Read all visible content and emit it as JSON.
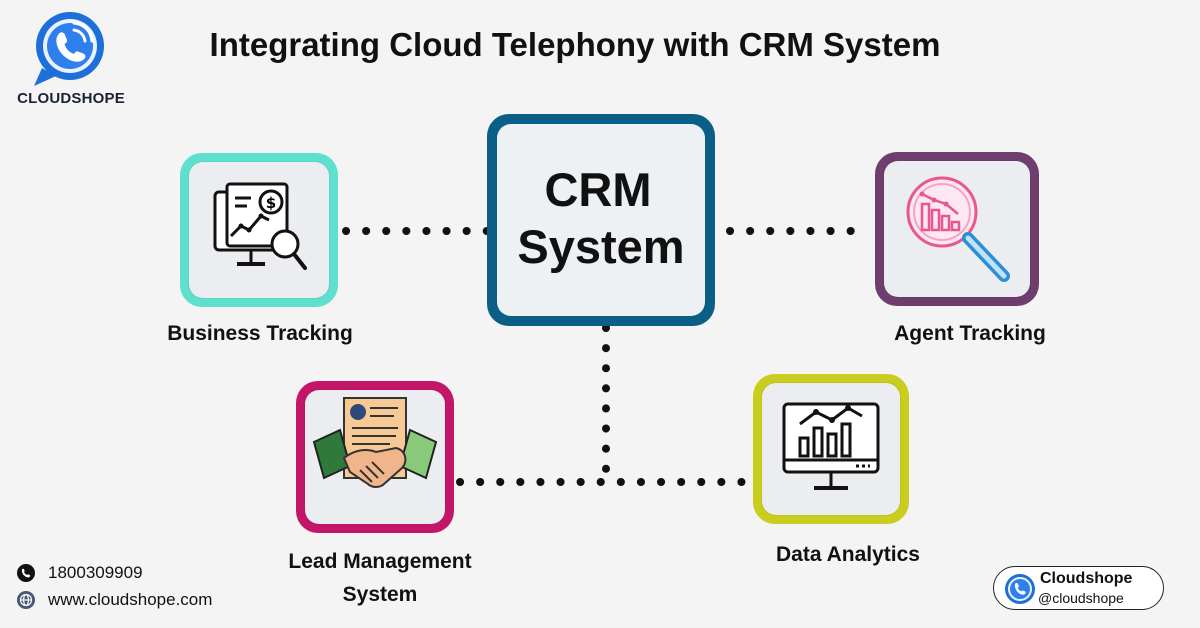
{
  "brand": {
    "name": "CLOUDSHOPE",
    "logo_icon": "phone-chat-bubble-icon",
    "color": "#1e6fd9"
  },
  "title": "Integrating Cloud Telephony with CRM System",
  "center": {
    "line1": "CRM",
    "line2": "System",
    "border_color": "#0b5f86"
  },
  "nodes": {
    "business": {
      "label": "Business Tracking",
      "icon": "dashboard-dollar-search-icon",
      "border_color": "#5fe0cf"
    },
    "agent": {
      "label": "Agent Tracking",
      "icon": "magnifier-chart-icon",
      "border_color": "#6e3f6e"
    },
    "lead": {
      "label_line1": "Lead Management",
      "label_line2": "System",
      "icon": "handshake-contract-icon",
      "border_color": "#c41669"
    },
    "data": {
      "label": "Data Analytics",
      "icon": "monitor-analytics-icon",
      "border_color": "#c8cd1e"
    }
  },
  "contact": {
    "phone": "1800309909",
    "website": "www.cloudshope.com"
  },
  "social": {
    "name": "Cloudshope",
    "handle": "@cloudshope"
  }
}
